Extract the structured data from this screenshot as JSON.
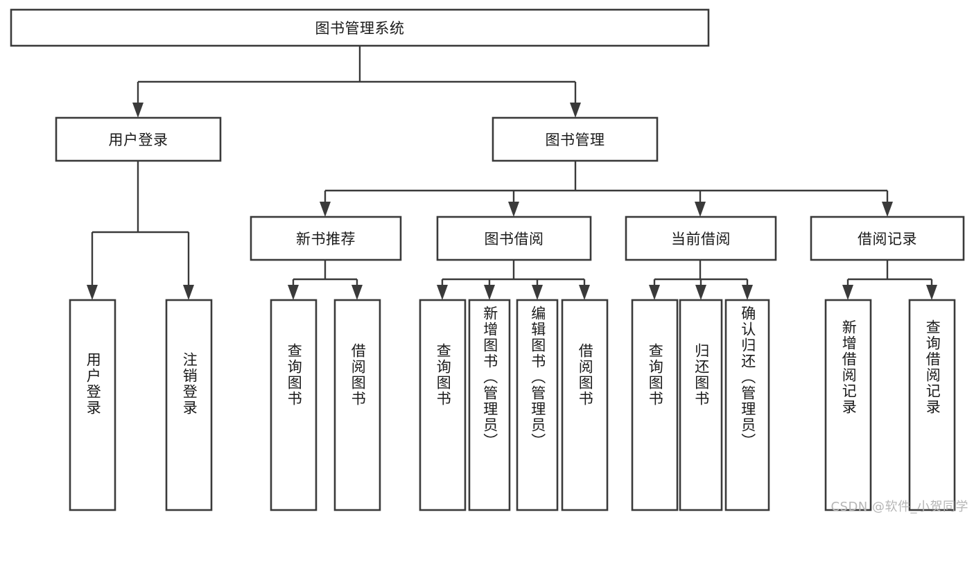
{
  "diagram": {
    "type": "tree",
    "title": "图书管理系统",
    "root": {
      "label": "图书管理系统",
      "children": [
        {
          "label": "用户登录",
          "children": [
            {
              "label": "用户登录"
            },
            {
              "label": "注销登录"
            }
          ]
        },
        {
          "label": "图书管理",
          "children": [
            {
              "label": "新书推荐",
              "children": [
                {
                  "label": "查询图书"
                },
                {
                  "label": "借阅图书"
                }
              ]
            },
            {
              "label": "图书借阅",
              "children": [
                {
                  "label": "查询图书"
                },
                {
                  "label": "新增图书（管理员）"
                },
                {
                  "label": "编辑图书（管理员）"
                },
                {
                  "label": "借阅图书"
                }
              ]
            },
            {
              "label": "当前借阅",
              "children": [
                {
                  "label": "查询图书"
                },
                {
                  "label": "归还图书"
                },
                {
                  "label": "确认归还（管理员）"
                }
              ]
            },
            {
              "label": "借阅记录",
              "children": [
                {
                  "label": "新增借阅记录"
                },
                {
                  "label": "查询借阅记录"
                }
              ]
            }
          ]
        }
      ]
    }
  },
  "nodes": {
    "root": {
      "label": "图书管理系统"
    },
    "level2": [
      {
        "label": "用户登录"
      },
      {
        "label": "图书管理"
      }
    ],
    "level3": [
      {
        "label": "新书推荐"
      },
      {
        "label": "图书借阅"
      },
      {
        "label": "当前借阅"
      },
      {
        "label": "借阅记录"
      }
    ],
    "leaves": [
      {
        "label": "用户登录"
      },
      {
        "label": "注销登录"
      },
      {
        "label": "查询图书"
      },
      {
        "label": "借阅图书"
      },
      {
        "label": "查询图书"
      },
      {
        "label": "新增图书（管理员）"
      },
      {
        "label": "编辑图书（管理员）"
      },
      {
        "label": "借阅图书"
      },
      {
        "label": "查询图书"
      },
      {
        "label": "归还图书"
      },
      {
        "label": "确认归还（管理员）"
      },
      {
        "label": "新增借阅记录"
      },
      {
        "label": "查询借阅记录"
      }
    ]
  },
  "watermark": {
    "text": "CSDN @软件_小贺同学"
  },
  "colors": {
    "stroke": "#3a3a3a",
    "fill": "#ffffff",
    "text": "#1a1a1a",
    "watermark": "#b6b6b6"
  }
}
